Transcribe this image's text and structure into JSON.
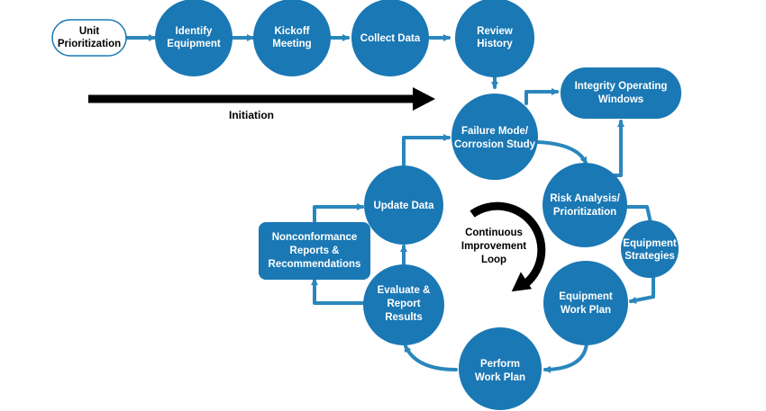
{
  "colors": {
    "node_fill": "#1a78b4",
    "connector": "#2a87bd",
    "pill_border": "#1a78b4",
    "text_light": "#ffffff",
    "text_dark": "#000000"
  },
  "nodes": {
    "unit_prioritization": [
      "Unit",
      "Prioritization"
    ],
    "identify_equipment": [
      "Identify",
      "Equipment"
    ],
    "kickoff_meeting": [
      "Kickoff",
      "Meeting"
    ],
    "collect_data": [
      "Collect Data"
    ],
    "review_history": [
      "Review",
      "History"
    ],
    "integrity_operating_windows": [
      "Integrity Operating",
      "Windows"
    ],
    "failure_mode": [
      "Failure Mode/",
      "Corrosion Study"
    ],
    "risk_analysis": [
      "Risk Analysis/",
      "Prioritization"
    ],
    "equipment_strategies": [
      "Equipment",
      "Strategies"
    ],
    "equipment_work_plan": [
      "Equipment",
      "Work Plan"
    ],
    "perform_work_plan": [
      "Perform",
      "Work Plan"
    ],
    "evaluate_report": [
      "Evaluate &",
      "Report",
      "Results"
    ],
    "update_data": [
      "Update Data"
    ],
    "nonconformance": [
      "Nonconformance",
      "Reports &",
      "Recommendations"
    ]
  },
  "initiation_label": "Initiation",
  "center_loop_label": [
    "Continuous",
    "Improvement",
    "Loop"
  ]
}
